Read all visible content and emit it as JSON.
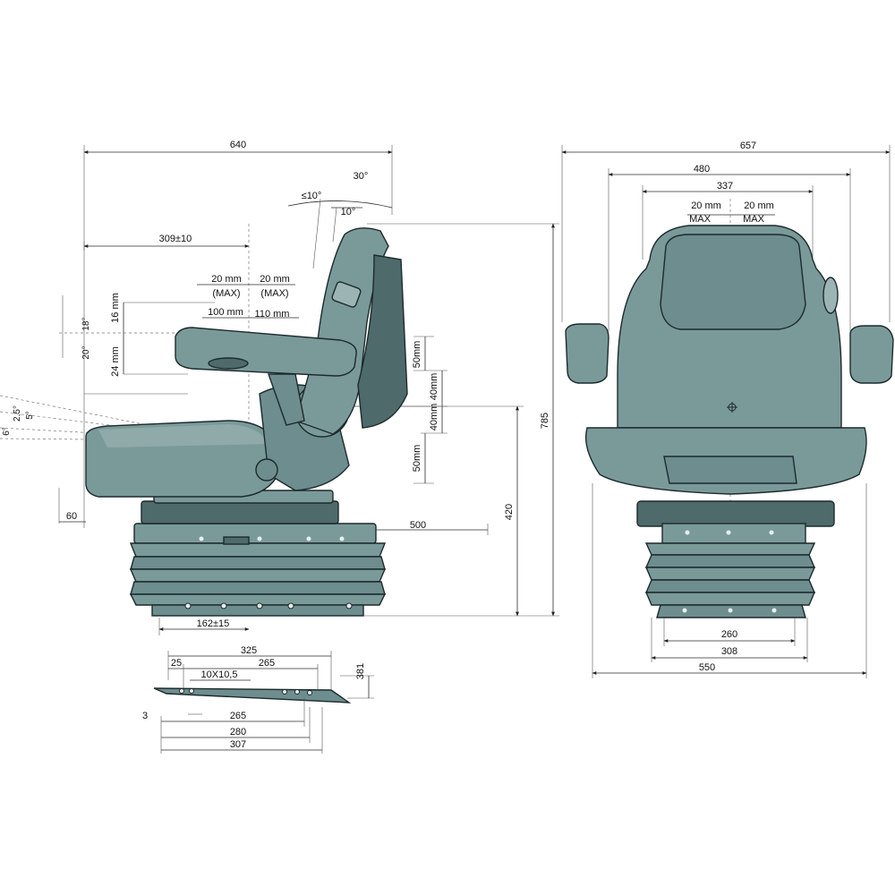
{
  "side_view": {
    "overall_length": "640",
    "recline_forward": "≤10°",
    "recline_back": "30°",
    "recline_step": "10°",
    "backrest_offset": "309±10",
    "armrest_adjust_left": "20 mm",
    "armrest_adjust_left_note": "(MAX)",
    "armrest_adjust_right": "20 mm",
    "armrest_adjust_right_note": "(MAX)",
    "armrest_travel_left": "100 mm",
    "armrest_travel_right": "110 mm",
    "armrest_height_up": "16 mm",
    "armrest_height_down": "24 mm",
    "armrest_angle_up": "18°",
    "armrest_angle_down": "20°",
    "cushion_angle_1": "2,5°",
    "cushion_angle_2": "5°",
    "cushion_angle_3": "6°",
    "cushion_front": "60",
    "height_step_top": "50mm",
    "height_step_mid_a": "40mm",
    "height_step_mid_b": "40mm",
    "height_step_bottom": "50mm",
    "seat_index_height": "420",
    "overall_height": "785",
    "seat_depth": "500",
    "fore_aft": "162±15"
  },
  "rail_view": {
    "length_total": "325",
    "hole_offset": "25",
    "hole_span": "265",
    "slot": "10X10,5",
    "rail_height": "381",
    "front_offset": "3",
    "span_bottom": "265",
    "span_280": "280",
    "span_307": "307"
  },
  "front_view": {
    "overall_width": "657",
    "backrest_width": "480",
    "headrest_width": "337",
    "lateral_left": "20 mm",
    "lateral_left_note": "MAX",
    "lateral_right": "20 mm",
    "lateral_right_note": "MAX",
    "base_inner": "260",
    "base_mid": "308",
    "base_outer": "550"
  },
  "colors": {
    "seat_body": "#7a9a9a",
    "seat_dark": "#4e6a6b",
    "line": "#2b2b2b"
  }
}
